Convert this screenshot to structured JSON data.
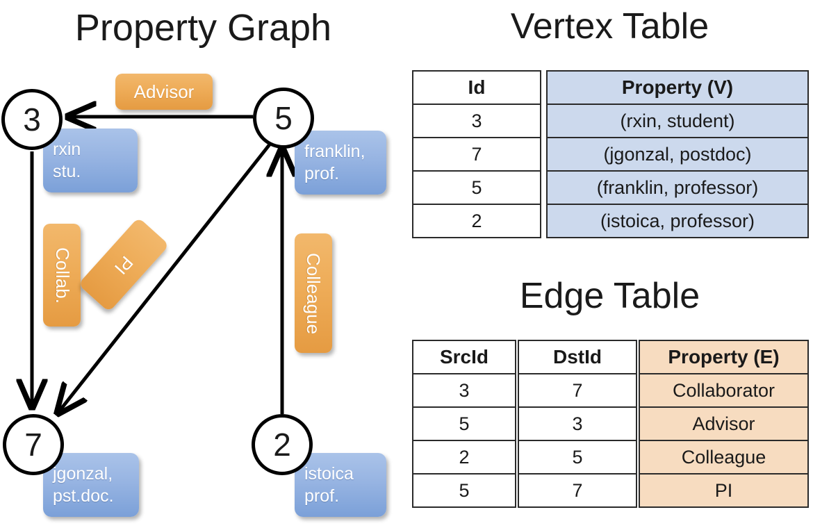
{
  "titles": {
    "property_graph": "Property Graph",
    "vertex_table": "Vertex Table",
    "edge_table": "Edge Table"
  },
  "colors": {
    "vertex_property_fill": "#ccd9ed",
    "edge_property_fill": "#f7dcc0",
    "node_property_box": "#7ba0d8",
    "edge_label_box": "#eeac58",
    "stroke": "#000000"
  },
  "graph": {
    "nodes": [
      {
        "id": "3",
        "property_line1": "rxin",
        "property_line2": "stu."
      },
      {
        "id": "5",
        "property_line1": "franklin,",
        "property_line2": "prof."
      },
      {
        "id": "7",
        "property_line1": "jgonzal,",
        "property_line2": "pst.doc."
      },
      {
        "id": "2",
        "property_line1": "istoica",
        "property_line2": "prof."
      }
    ],
    "edge_labels": [
      {
        "name": "advisor",
        "text": "Advisor"
      },
      {
        "name": "collab",
        "text": "Collab."
      },
      {
        "name": "pi",
        "text": "PI"
      },
      {
        "name": "colleague",
        "text": "Colleague"
      }
    ],
    "edges": [
      {
        "src": "5",
        "dst": "3",
        "label": "Advisor"
      },
      {
        "src": "3",
        "dst": "7",
        "label": "Collab."
      },
      {
        "src": "5",
        "dst": "7",
        "label": "PI"
      },
      {
        "src": "2",
        "dst": "5",
        "label": "Colleague"
      }
    ]
  },
  "vertex_table": {
    "headers": {
      "id": "Id",
      "property": "Property (V)"
    },
    "rows": [
      {
        "id": "3",
        "property": "(rxin, student)"
      },
      {
        "id": "7",
        "property": "(jgonzal, postdoc)"
      },
      {
        "id": "5",
        "property": "(franklin, professor)"
      },
      {
        "id": "2",
        "property": "(istoica, professor)"
      }
    ]
  },
  "edge_table": {
    "headers": {
      "src": "SrcId",
      "dst": "DstId",
      "property": "Property (E)"
    },
    "rows": [
      {
        "src": "3",
        "dst": "7",
        "property": "Collaborator"
      },
      {
        "src": "5",
        "dst": "3",
        "property": "Advisor"
      },
      {
        "src": "2",
        "dst": "5",
        "property": "Colleague"
      },
      {
        "src": "5",
        "dst": "7",
        "property": "PI"
      }
    ]
  }
}
